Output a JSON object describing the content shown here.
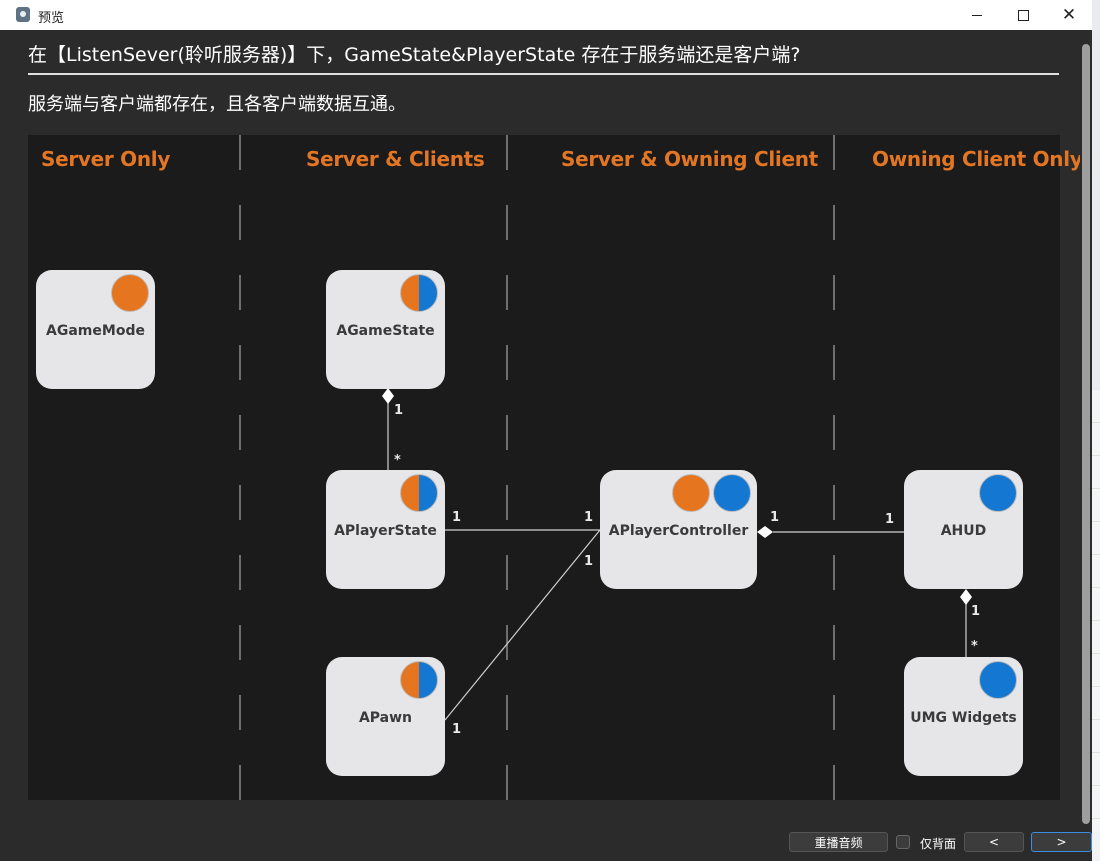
{
  "window": {
    "title": "预览"
  },
  "question": "在【ListenSever(聆听服务器)】下，GameState&PlayerState 存在于服务端还是客户端?",
  "answer": "服务端与客户端都存在，且各客户端数据互通。",
  "diagram": {
    "columns": [
      "Server Only",
      "Server & Clients",
      "Server & Owning Client",
      "Owning Client Only"
    ],
    "nodes": {
      "gamemode": "AGameMode",
      "gamestate": "AGameState",
      "playerstate": "APlayerState",
      "pawn": "APawn",
      "controller": "APlayerController",
      "hud": "AHUD",
      "umg": "UMG Widgets"
    },
    "multiplicities": {
      "gamestate_one": "1",
      "playerstate_many": "*",
      "playerstate_one": "1",
      "controller_from_playerstate": "1",
      "controller_from_pawn": "1",
      "pawn_one": "1",
      "controller_to_hud": "1",
      "hud_one": "1",
      "hud_below_one": "1",
      "umg_many": "*"
    },
    "colors": {
      "server": "#e67520",
      "client": "#1478d2",
      "header": "#e27624"
    }
  },
  "controls": {
    "replay_audio": "重播音频",
    "background_only": "仅背面",
    "prev": "<",
    "next": ">"
  }
}
